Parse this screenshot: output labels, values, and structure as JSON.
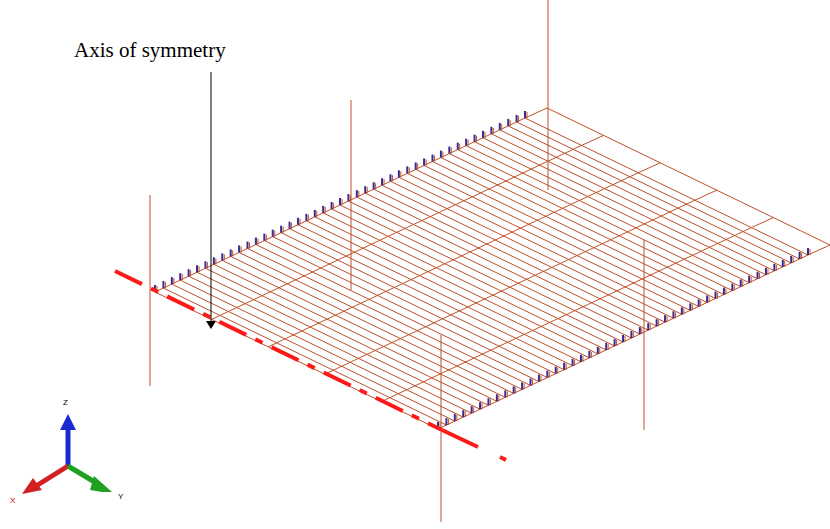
{
  "diagram": {
    "labels": [
      "Axis of symmetry",
      "Z",
      "Y",
      "X"
    ]
  }
}
